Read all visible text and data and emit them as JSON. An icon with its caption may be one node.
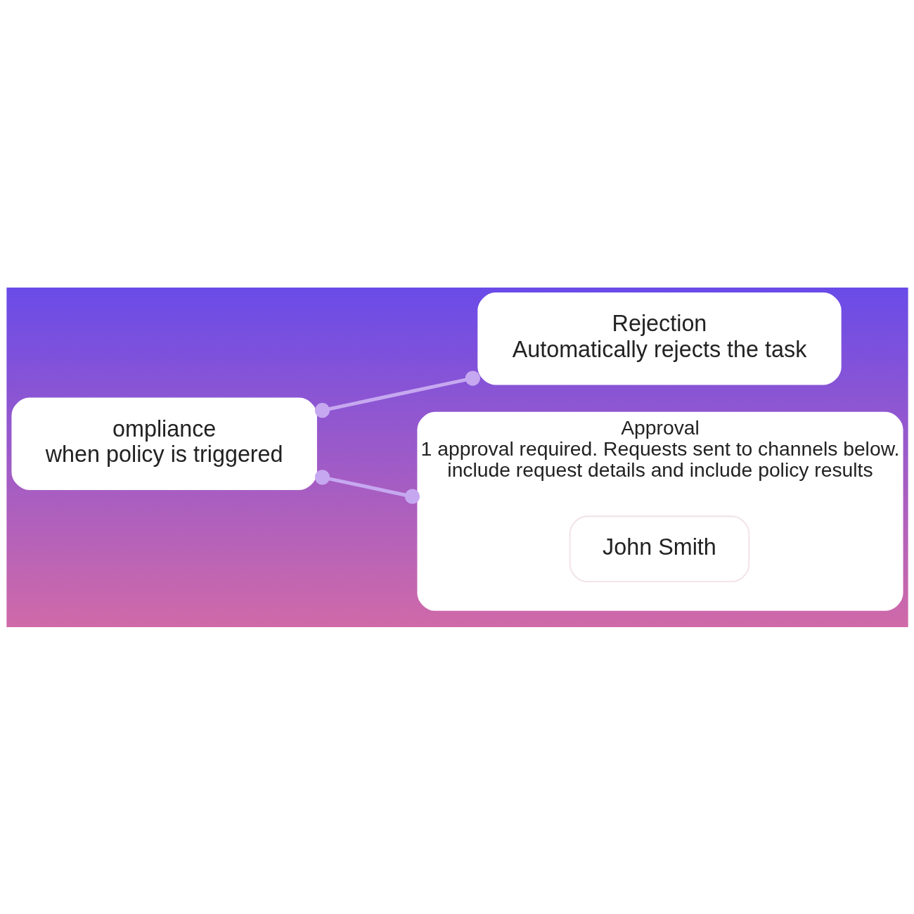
{
  "diagram": {
    "nodes": [
      {
        "text": [
          "ompliance",
          "when policy is triggered"
        ]
      },
      {
        "text": [
          "Rejection",
          "Automatically rejects the task"
        ]
      },
      {
        "text": [
          "Approval",
          "1 approval required. Requests sent to channels below.",
          "include request details and include policy results"
        ]
      },
      {
        "text": [
          "John Smith"
        ],
        "in": 2
      }
    ],
    "edges": [
      {
        "from": 0,
        "to": 1,
        "arrow": "other"
      },
      {
        "from": 0,
        "to": 2,
        "arrow": "other"
      }
    ]
  }
}
